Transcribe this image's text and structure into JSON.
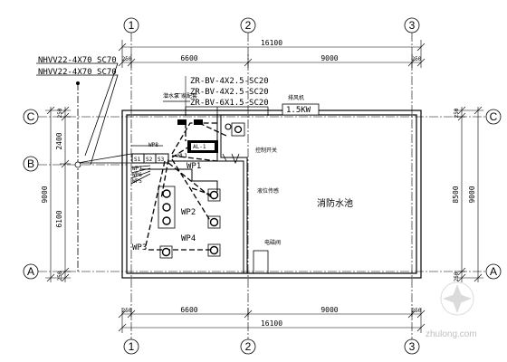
{
  "axes": {
    "col1": "1",
    "col2": "2",
    "col3": "3",
    "rowA": "A",
    "rowB": "B",
    "rowC": "C"
  },
  "dims": {
    "total": "16100",
    "span1": "6600",
    "span2": "9000",
    "edge": "250",
    "left_total": "9000",
    "left_upper": "2400",
    "left_lower": "6100",
    "right_total": "8500",
    "right_edge": "250"
  },
  "cables": {
    "feed1": "NHVV22-4X70 SC70",
    "feed2": "NHVV22-4X70 SC70",
    "c1": "ZR-BV-4X2.5-SC20",
    "c2": "ZR-BV-4X2.5-SC20",
    "c3": "ZR-BV-6X1.5-SC20",
    "power": "1.5KW"
  },
  "circuits": {
    "wp1": "WP1",
    "wp2": "WP2",
    "wp3": "WP3",
    "wp4": "WP4",
    "wp5": "WP5",
    "wp6": "WP6",
    "wp7": "WP7",
    "wp8": "WP8",
    "wl1": "WL1",
    "al1": "AL-1",
    "s1": "S1",
    "s2": "S2",
    "s3": "S3"
  },
  "room": {
    "pool": "消防水池"
  },
  "notes": {
    "n1": "潜水泵",
    "n2": "厂家配套",
    "n3": "排风机",
    "n4": "控制开关",
    "n5": "液位传感",
    "n6": "电磁阀"
  },
  "watermark": "zhulong.com"
}
